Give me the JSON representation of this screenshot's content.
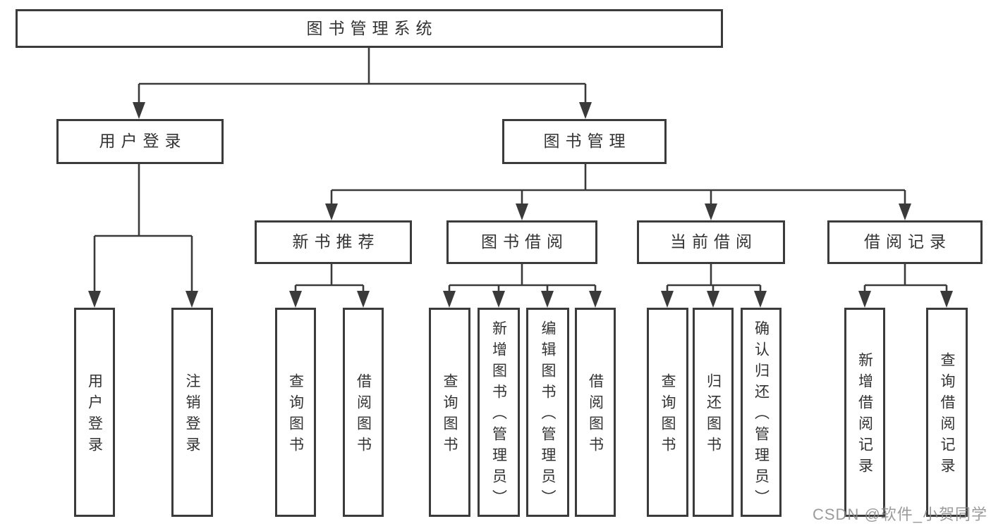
{
  "diagram": {
    "root": {
      "label": "图书管理系统"
    },
    "branches": [
      {
        "label": "用户登录",
        "children": [
          {
            "label": "用户登录"
          },
          {
            "label": "注销登录"
          }
        ]
      },
      {
        "label": "图书管理",
        "groups": [
          {
            "label": "新书推荐",
            "children": [
              {
                "label": "查询图书"
              },
              {
                "label": "借阅图书"
              }
            ]
          },
          {
            "label": "图书借阅",
            "children": [
              {
                "label": "查询图书"
              },
              {
                "label": "新增图书（管理员）"
              },
              {
                "label": "编辑图书（管理员）"
              },
              {
                "label": "借阅图书"
              }
            ]
          },
          {
            "label": "当前借阅",
            "children": [
              {
                "label": "查询图书"
              },
              {
                "label": "归还图书"
              },
              {
                "label": "确认归还（管理员）"
              }
            ]
          },
          {
            "label": "借阅记录",
            "children": [
              {
                "label": "新增借阅记录"
              },
              {
                "label": "查询借阅记录"
              }
            ]
          }
        ]
      }
    ]
  },
  "watermark": {
    "text": "CSDN @软件_小贺同学"
  },
  "colors": {
    "line": "#3a3a3a",
    "border": "#3b3b3b",
    "text": "#333333",
    "background": "#ffffff",
    "watermark": "#8a8a8a"
  }
}
